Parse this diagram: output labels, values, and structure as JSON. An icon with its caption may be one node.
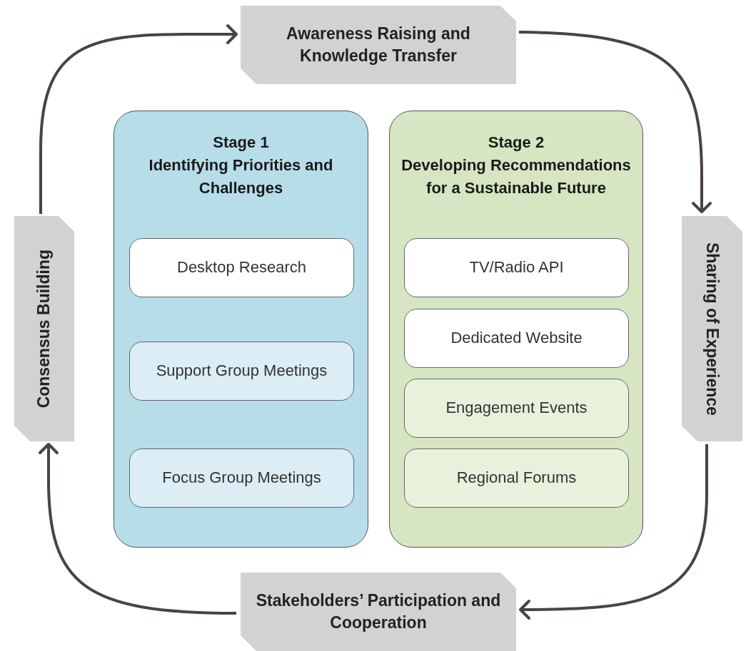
{
  "diagram": {
    "nodes": [
      {
        "text": [
          "Awareness Raising and Knowledge Transfer"
        ]
      },
      {
        "text": [
          "Consensus Building"
        ]
      },
      {
        "text": [
          "Stage 1",
          "Identifying Priorities and Challenges"
        ]
      },
      {
        "text": [
          "Desktop Research"
        ],
        "in": 2
      },
      {
        "text": [
          "Support Group Meetings"
        ],
        "in": 2
      },
      {
        "text": [
          "Focus Group Meetings"
        ],
        "in": 2
      },
      {
        "text": [
          "Stage 2",
          "Developing Recommendations for a Sustainable Future"
        ]
      },
      {
        "text": [
          "TV/Radio API"
        ],
        "in": 6
      },
      {
        "text": [
          "Dedicated Website"
        ],
        "in": 6
      },
      {
        "text": [
          "Engagement Events"
        ],
        "in": 6
      },
      {
        "text": [
          "Regional Forums"
        ],
        "in": 6
      },
      {
        "text": [
          "Sharing of Experience"
        ]
      },
      {
        "text": [
          "Stakeholders’ Participation and Cooperation"
        ]
      }
    ],
    "edges": [
      {
        "from": 1,
        "to": 0,
        "arrow": "to"
      },
      {
        "from": 0,
        "to": 11,
        "arrow": "to"
      },
      {
        "from": 11,
        "to": 12,
        "arrow": "to"
      },
      {
        "from": 12,
        "to": 1,
        "arrow": "to"
      }
    ]
  }
}
